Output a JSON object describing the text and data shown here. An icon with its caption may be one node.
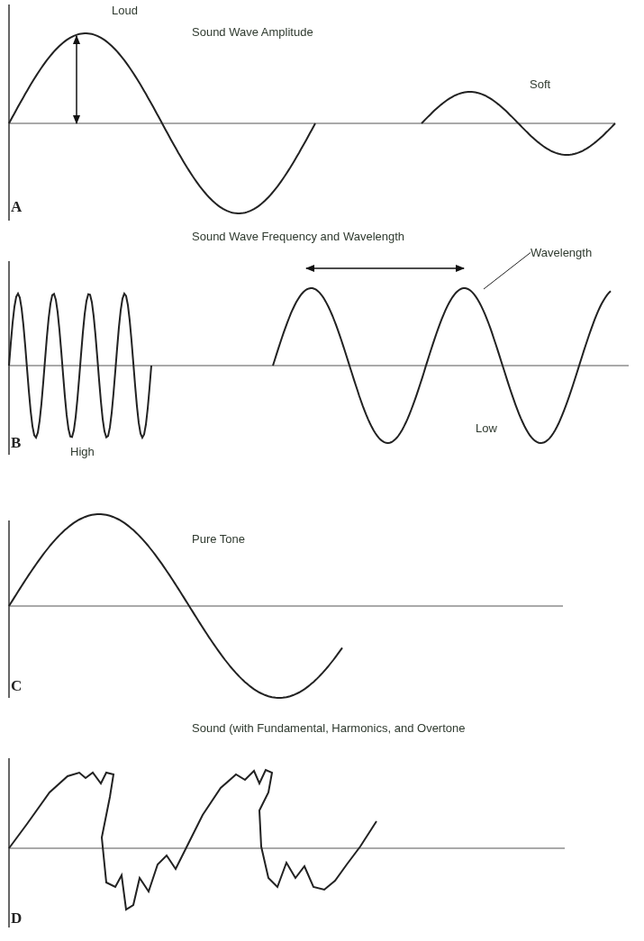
{
  "diagram": {
    "nodes": [
      {
        "text": [
          "Wavelength"
        ]
      },
      {
        "text": [],
        "shape": "picture"
      }
    ],
    "edges": [
      {
        "from": 0,
        "to": 1,
        "arrow": "none"
      }
    ],
    "labels": [
      "Loud",
      "Sound Wave Amplitude",
      "Soft",
      "A",
      "Sound Wave Frequency and Wavelength",
      "High",
      "Low",
      "B",
      "Pure Tone",
      "C",
      "Sound (with Fundamental, Harmonics, and Overtone",
      "D"
    ]
  }
}
